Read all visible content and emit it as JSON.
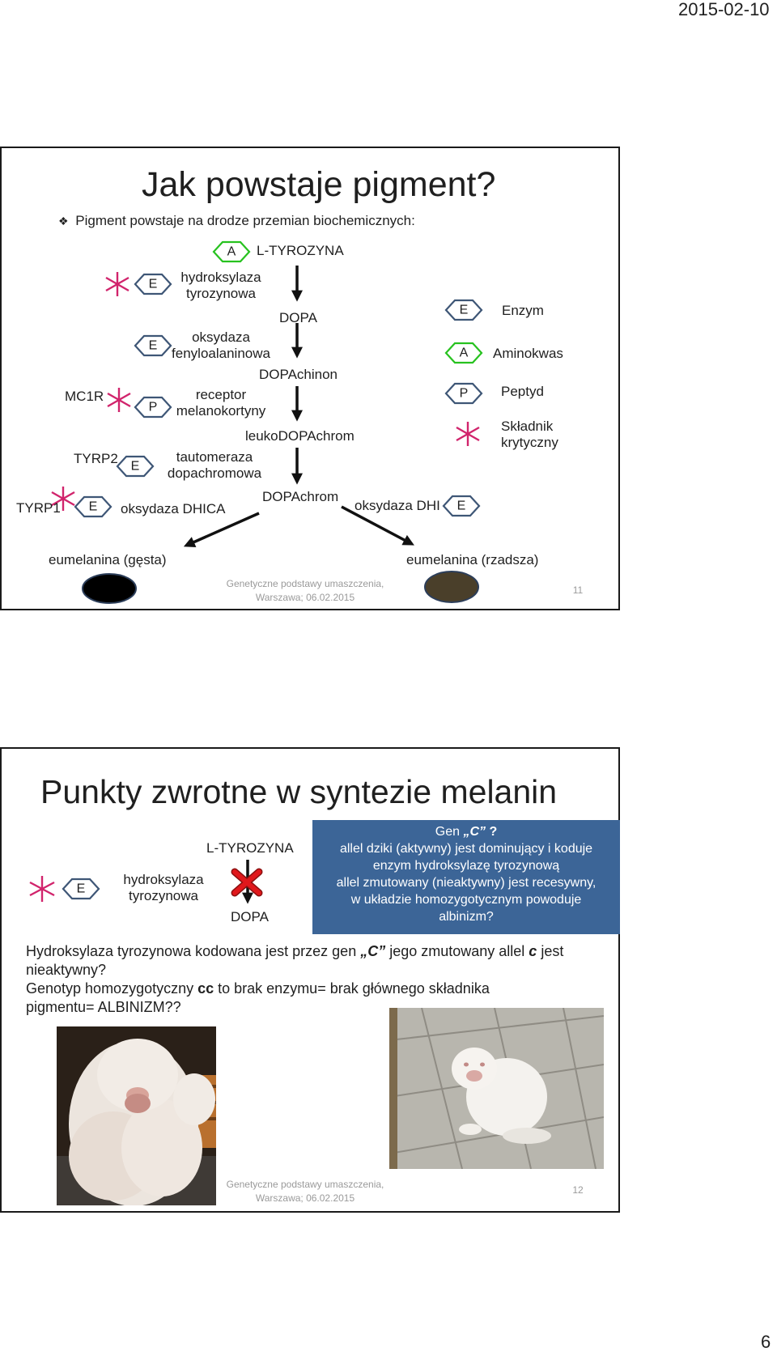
{
  "header": {
    "date": "2015-02-10"
  },
  "page_number": "6",
  "colors": {
    "enzyme_stroke": "#3e5676",
    "amino_stroke": "#27c21f",
    "critical_star": "#d1246c",
    "eumelanin_dense": "#000000",
    "eumelanin_sparse": "#4a3f2a",
    "box_blue": "#3c6597"
  },
  "slide11": {
    "title": "Jak powstaje pigment?",
    "bullet_icon": "diamond-bullet-icon",
    "bullet": "Pigment powstaje na drodze przemian biochemicznych:",
    "pathway": {
      "start_tag": "A",
      "start": "L-TYROZYNA",
      "intermediates": [
        "DOPA",
        "DOPAchinon",
        "leukoDOPAchrom",
        "DOPAchrom"
      ],
      "steps": [
        {
          "tag": "E",
          "line1": "hydroksylaza",
          "line2": "tyrozynowa",
          "critical": true
        },
        {
          "tag": "E",
          "line1": "oksydaza",
          "line2": "fenyloalaninowa",
          "critical": false
        },
        {
          "gene": "MC1R",
          "tag": "P",
          "line1": "receptor",
          "line2": "melanokortyny",
          "critical": true
        },
        {
          "gene": "TYRP2",
          "tag": "E",
          "line1": "tautomeraza",
          "line2": "dopachromowa",
          "critical": false
        },
        {
          "gene": "TYRP1",
          "tag": "E",
          "line1": "oksydaza DHICA",
          "critical": true
        },
        {
          "tag": "E",
          "line1": "oksydaza DHI",
          "critical": false
        }
      ],
      "products": [
        "eumelanina (gęsta)",
        "eumelanina (rzadsza)"
      ]
    },
    "legend": [
      {
        "tag": "E",
        "label": "Enzym"
      },
      {
        "tag": "A",
        "label": "Aminokwas"
      },
      {
        "tag": "P",
        "label": "Peptyd"
      },
      {
        "icon": "critical-star-icon",
        "label_line1": "Składnik",
        "label_line2": "krytyczny"
      }
    ],
    "footer_line1": "Genetyczne podstawy umaszczenia,",
    "footer_line2": "Warszawa; 06.02.2015",
    "number": "11"
  },
  "slide12": {
    "title": "Punkty zwrotne w syntezie melanin",
    "enzyme_tag": "E",
    "enzyme_line1": "hydroksylaza",
    "enzyme_line2": "tyrozynowa",
    "substrate": "L-TYROZYNA",
    "product": "DOPA",
    "blocked_icon": "blocked-x-icon",
    "box": {
      "title_prefix": "Gen ",
      "title_gene": "„C”",
      "title_suffix": " ?",
      "lines": [
        "allel dziki (aktywny) jest dominujący i koduje",
        "enzym hydroksylazę tyrozynową",
        "allel zmutowany (nieaktywny) jest recesywny,",
        "w układzie homozygotycznym powoduje",
        "albinizm?"
      ]
    },
    "paragraph1": {
      "a": "Hydroksylaza tyrozynowa kodowana jest przez gen ",
      "gene": "„C”",
      "b": " jego zmutowany allel ",
      "allele": "c",
      "c": " jest",
      "line2": "nieaktywny?"
    },
    "paragraph2": {
      "a": "Genotyp homozygotyczny ",
      "genotype": "cc",
      "b": " to brak enzymu= brak głównego składnika",
      "line2": "pigmentu= ALBINIZM??"
    },
    "footer_line1": "Genetyczne podstawy umaszczenia,",
    "footer_line2": "Warszawa; 06.02.2015",
    "number": "12"
  }
}
